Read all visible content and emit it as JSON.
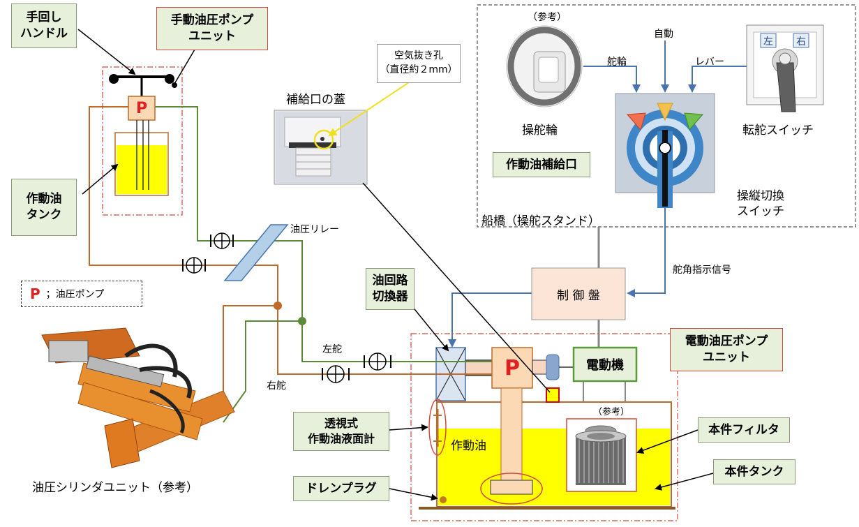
{
  "labels": {
    "hand_handle": "手回し\nハンドル",
    "manual_pump_unit": "手動油圧ポンプ\nユニット",
    "oil_tank": "作動油\nタンク",
    "pump_legend_symbol": "P",
    "pump_legend_text": "；油圧ポンプ",
    "relay": "油圧リレー",
    "cylinder_unit": "油圧シリンダユニット（参考）",
    "left_rudder": "左舵",
    "right_rudder": "右舵",
    "air_vent": "空気抜き孔\n（直径約２mm）",
    "fill_cap": "補給口の蓋",
    "reference_top": "（参考）",
    "auto": "自動",
    "wheel_arrow": "舵輪",
    "lever_arrow": "レバー",
    "steering_wheel": "操舵輪",
    "steer_switch": "転舵スイッチ",
    "switch_left": "左",
    "switch_right": "右",
    "oil_fill_port": "作動油補給口",
    "control_switch": "操縦切換\nスイッチ",
    "bridge": "船橋（操舵スタンド）",
    "rudder_angle_signal": "舵角指示信号",
    "circuit_switch": "油回路\n切換器",
    "control_panel": "制 御 盤",
    "electric_pump_unit": "電動油圧ポンプ\nユニット",
    "pump_p": "P",
    "motor": "電動機",
    "reference_filter": "（参考）",
    "gauge": "透視式\n作動油液面計",
    "working_oil": "作動油",
    "filter": "本件フィルタ",
    "tank": "本件タンク",
    "drain_plug": "ドレンプラグ"
  },
  "colors": {
    "oil_yellow": "#ffff00",
    "pump_red": "#e02020",
    "pump_fill": "#fcd9b5",
    "box_green": "#e6f0da",
    "signal_blue": "#4a74b0",
    "brown_line": "#c06a2a",
    "green_line": "#5b8a3a",
    "motor_border": "#5a9a3a",
    "frame_red": "#d24a3a"
  }
}
